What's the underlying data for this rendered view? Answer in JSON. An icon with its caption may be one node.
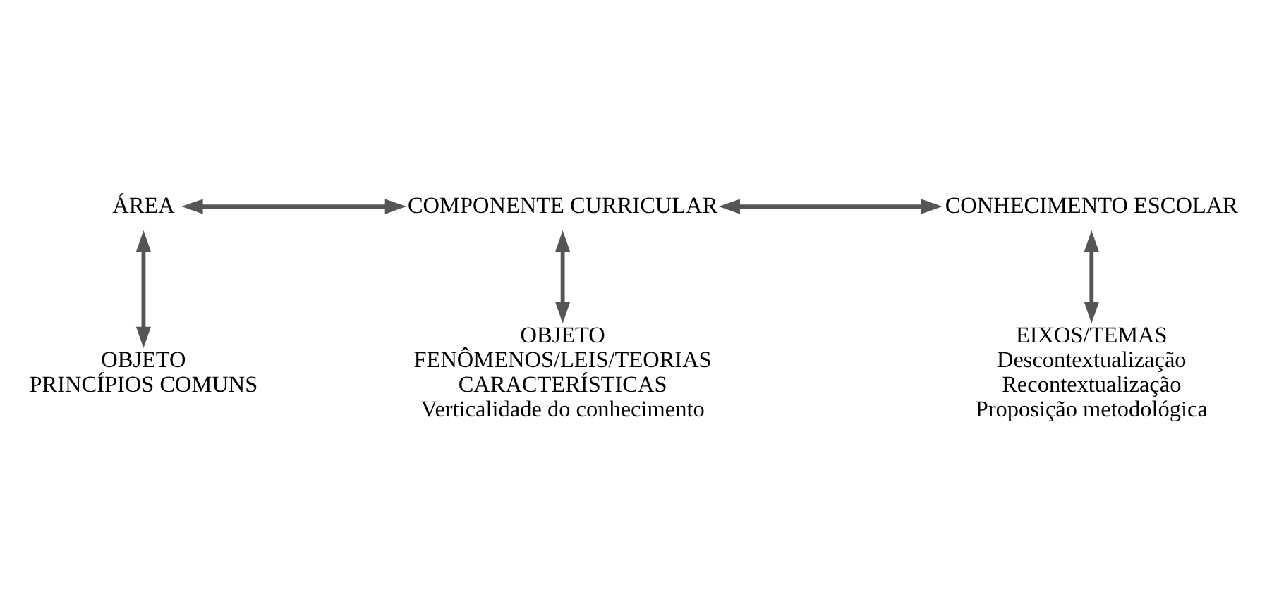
{
  "diagram": {
    "nodes": [
      {
        "text": [
          "ÁREA"
        ]
      },
      {
        "text": [
          "COMPONENTE CURRICULAR"
        ]
      },
      {
        "text": [
          "CONHECIMENTO ESCOLAR"
        ]
      },
      {
        "text": [
          "OBJETO",
          "PRINCÍPIOS COMUNS"
        ]
      },
      {
        "text": [
          "OBJETO",
          "FENÔMENOS/LEIS/TEORIAS",
          "CARACTERÍSTICAS",
          "Verticalidade do conhecimento"
        ]
      },
      {
        "text": [
          "EIXOS/TEMAS",
          "Descontextualização",
          "Recontextualização",
          "Proposição metodológica"
        ]
      }
    ],
    "edges": [
      {
        "from": 0,
        "to": 1,
        "arrow": "both"
      },
      {
        "from": 1,
        "to": 2,
        "arrow": "both"
      },
      {
        "from": 0,
        "to": 3,
        "arrow": "both"
      },
      {
        "from": 1,
        "to": 4,
        "arrow": "both"
      },
      {
        "from": 2,
        "to": 5,
        "arrow": "both"
      }
    ]
  }
}
